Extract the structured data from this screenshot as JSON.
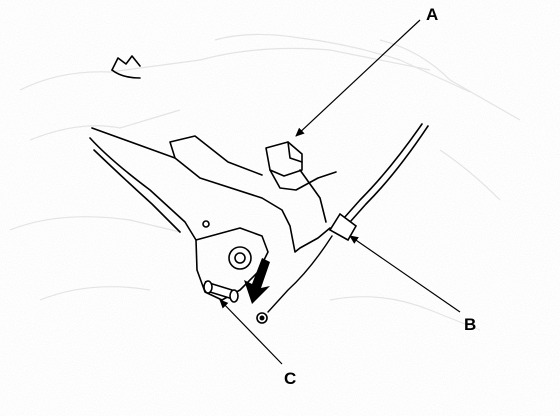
{
  "diagram": {
    "labels": {
      "a": "A",
      "b": "B",
      "c": "C"
    },
    "colors": {
      "ink": "#000000",
      "shade": "#b8b8b8",
      "paper": "#ffffff"
    }
  }
}
